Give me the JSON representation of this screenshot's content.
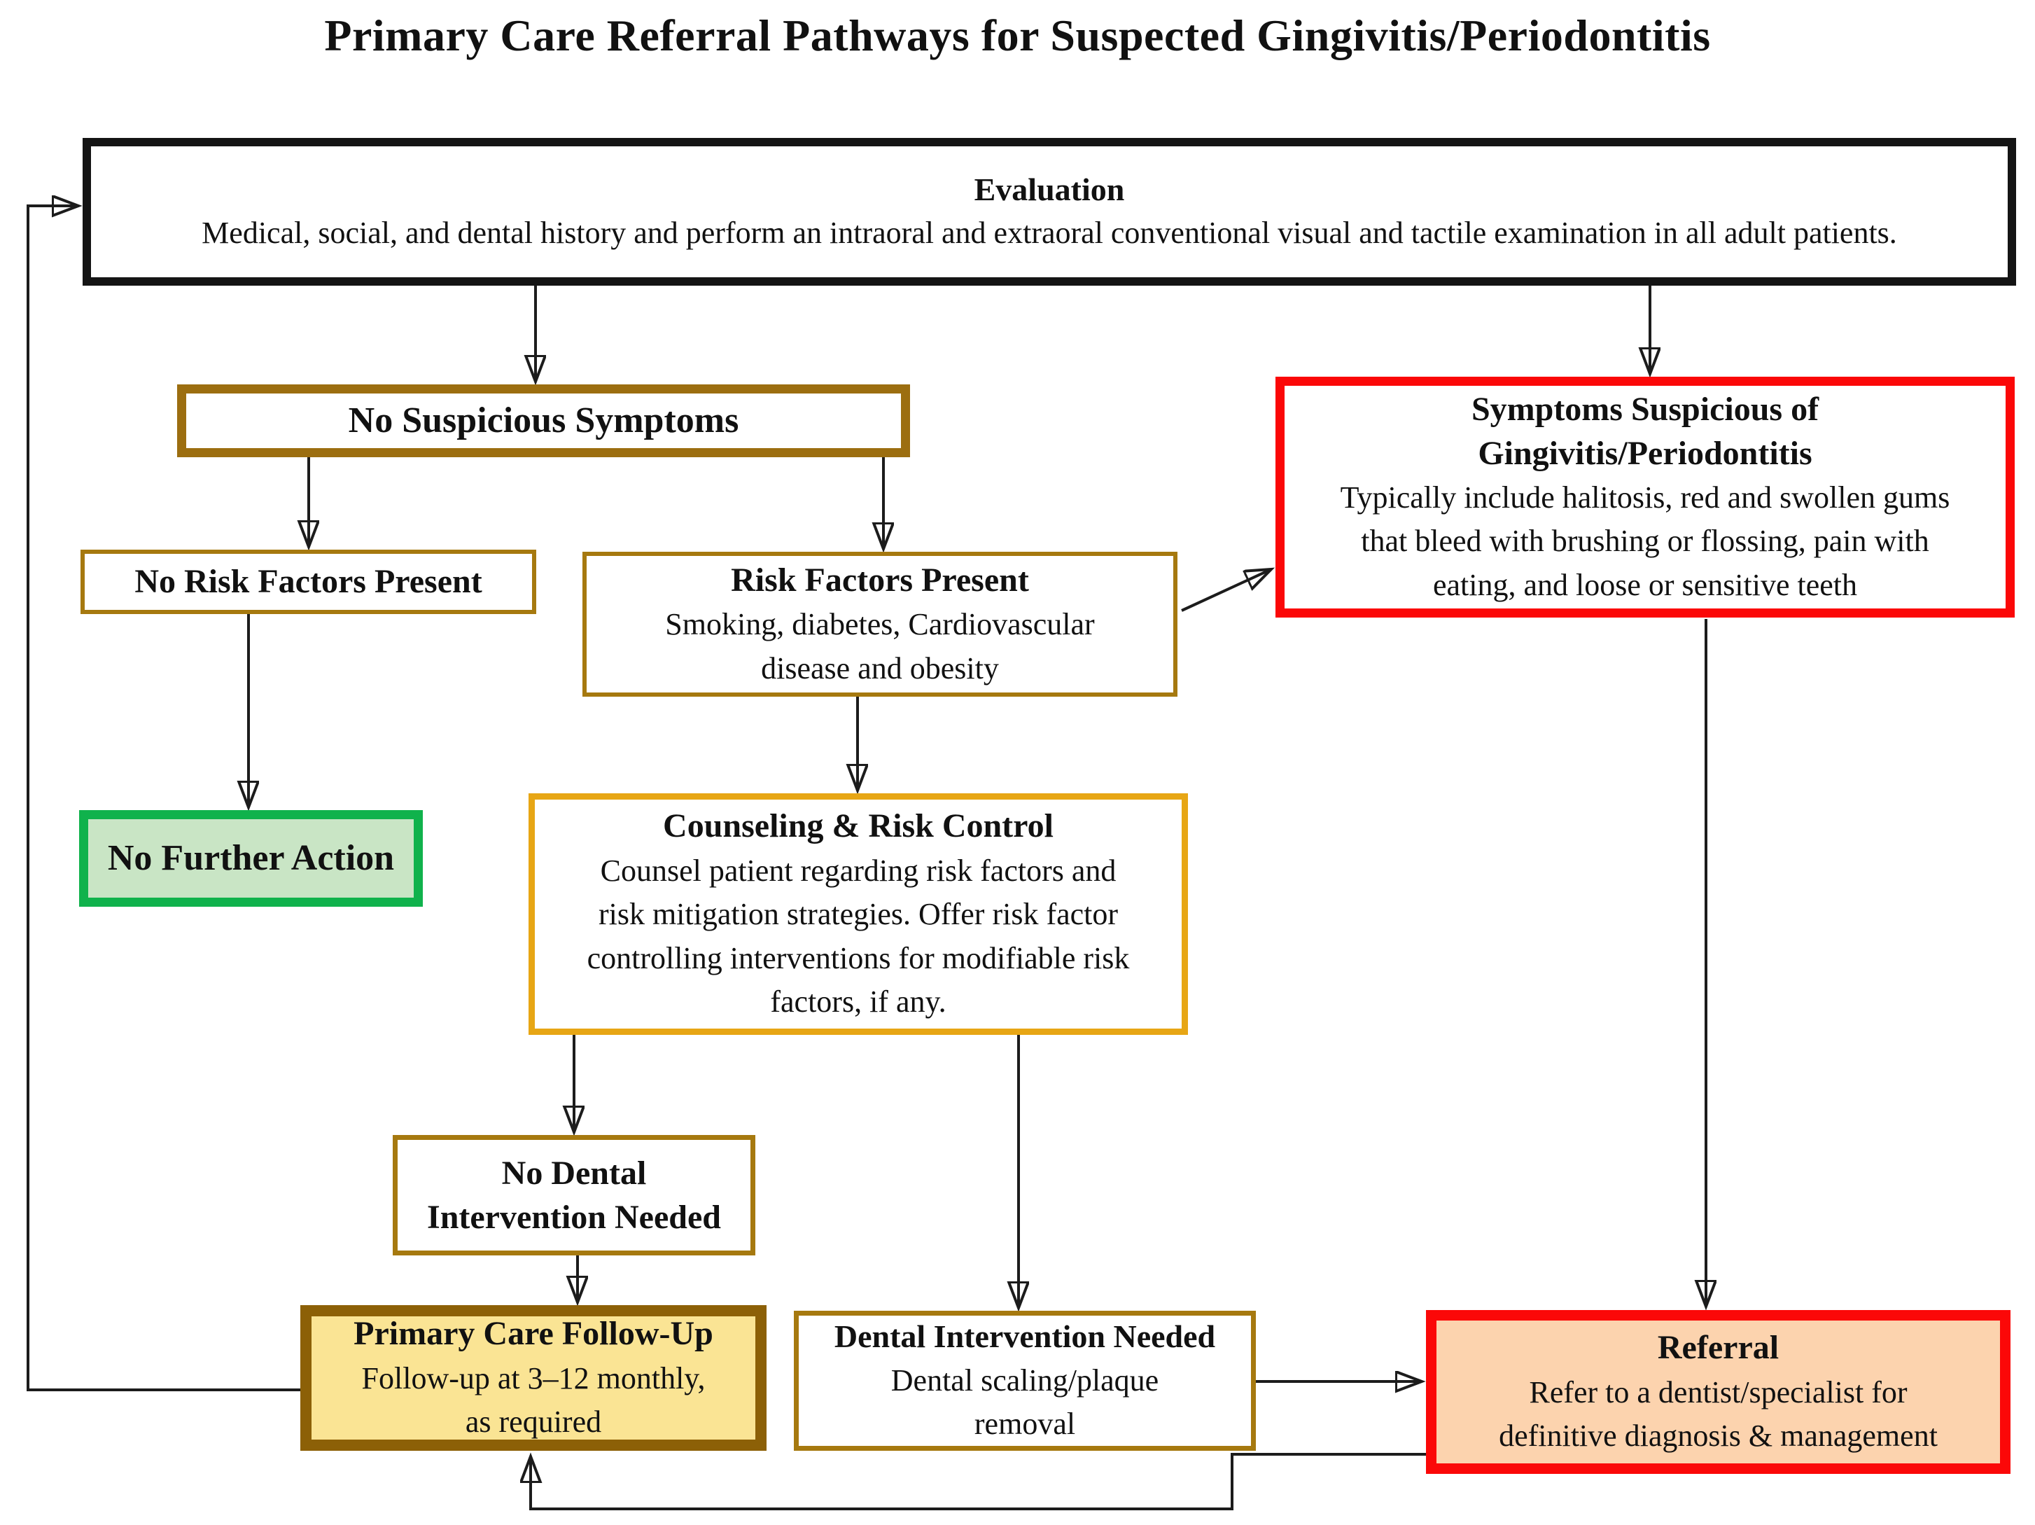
{
  "page_title": "Primary Care Referral Pathways for Suspected Gingivitis/Periodontitis",
  "colors": {
    "background": "#ffffff",
    "arrow": "#1c1c1c",
    "evaluation_border": "#141414",
    "dark_gold_border": "#9C6E10",
    "thin_gold_border": "#A6790F",
    "amber_border": "#E7A615",
    "green_border": "#10B24C",
    "green_fill": "#C9E5C5",
    "dark_brown_border": "#8C6007",
    "yellow_fill": "#FAE494",
    "red_border": "#FB0808",
    "peach_fill": "#FCD3AE"
  },
  "nodes": {
    "evaluation": {
      "title": "Evaluation",
      "body": "Medical, social, and dental history and perform an intraoral and extraoral conventional visual and tactile examination in all adult patients."
    },
    "no_suspicious_symptoms": {
      "title": "No Suspicious Symptoms"
    },
    "symptoms_suspicious": {
      "title_lines": [
        "Symptoms Suspicious of",
        "Gingivitis/Periodontitis"
      ],
      "body_lines": [
        "Typically include halitosis, red and swollen gums",
        "that bleed with brushing or flossing, pain with",
        "eating, and loose or sensitive teeth"
      ]
    },
    "no_risk_factors": {
      "title": "No Risk Factors Present"
    },
    "risk_factors": {
      "title": "Risk Factors Present",
      "body_lines": [
        "Smoking, diabetes, Cardiovascular",
        "disease and obesity"
      ]
    },
    "no_further_action": {
      "title": "No Further Action"
    },
    "counseling": {
      "title": "Counseling & Risk Control",
      "body_lines": [
        "Counsel patient regarding risk factors and",
        "risk mitigation strategies. Offer risk factor",
        "controlling interventions for modifiable risk",
        "factors, if any."
      ]
    },
    "no_dental_intervention": {
      "title_lines": [
        "No Dental",
        "Intervention Needed"
      ]
    },
    "primary_care_follow_up": {
      "title": "Primary Care Follow-Up",
      "body_lines": [
        "Follow-up at 3–12 monthly,",
        "as required"
      ]
    },
    "dental_intervention": {
      "title": "Dental Intervention Needed",
      "body_lines": [
        "Dental scaling/plaque",
        "removal"
      ]
    },
    "referral": {
      "title": "Referral",
      "body_lines": [
        "Refer to a dentist/specialist for",
        "definitive diagnosis & management"
      ]
    }
  },
  "edges": [
    {
      "from": "evaluation",
      "to": "no_suspicious_symptoms"
    },
    {
      "from": "evaluation",
      "to": "symptoms_suspicious"
    },
    {
      "from": "no_suspicious_symptoms",
      "to": "no_risk_factors"
    },
    {
      "from": "no_suspicious_symptoms",
      "to": "risk_factors"
    },
    {
      "from": "no_risk_factors",
      "to": "no_further_action"
    },
    {
      "from": "risk_factors",
      "to": "counseling"
    },
    {
      "from": "risk_factors",
      "to": "symptoms_suspicious"
    },
    {
      "from": "symptoms_suspicious",
      "to": "referral"
    },
    {
      "from": "counseling",
      "to": "no_dental_intervention"
    },
    {
      "from": "counseling",
      "to": "dental_intervention"
    },
    {
      "from": "no_dental_intervention",
      "to": "primary_care_follow_up"
    },
    {
      "from": "dental_intervention",
      "to": "referral"
    },
    {
      "from": "referral",
      "to": "primary_care_follow_up"
    },
    {
      "from": "primary_care_follow_up",
      "to": "evaluation"
    }
  ]
}
